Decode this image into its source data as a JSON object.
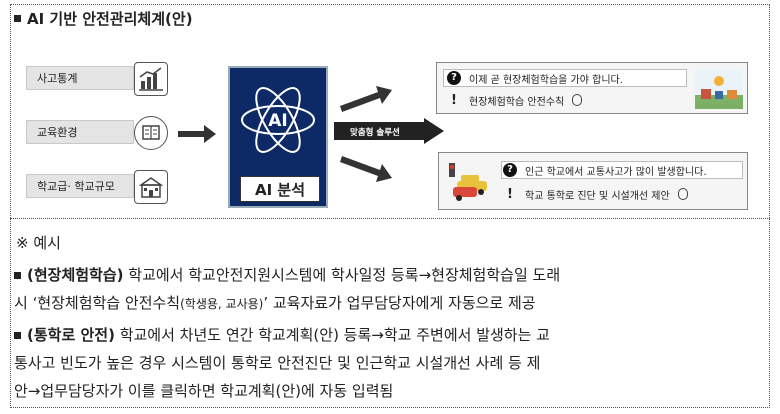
{
  "heading": "AI 기반 안전관리체계(안)",
  "inputs": [
    {
      "label": "사고통계",
      "icon": "bar-chart-icon"
    },
    {
      "label": "교육환경",
      "icon": "book-icon"
    },
    {
      "label": "학교급· 학교규모",
      "icon": "school-icon"
    }
  ],
  "ai": {
    "label": "AI 분석",
    "emblem": "AI"
  },
  "solution_label": "맞춤형 솔루션",
  "card_top": {
    "message": "이제 곧 현장체험학습을 가야 합니다.",
    "detail": "현장체험학습 안전수칙"
  },
  "card_bottom": {
    "message": "인근 학교에서 교통사고가 많이 발생합니다.",
    "detail": "학교 통학로 진단 및 시설개선 제안"
  },
  "examples": {
    "title": "※ 예시",
    "item1": {
      "head": "(현장체험학습)",
      "line1_rest": " 학교에서 학교안전지원시스템에 학사일정 등록→현장체험학습일 도래",
      "line2_a": "시 ‘현장체험학습 안전수칙",
      "line2_small": "(학생용, 교사용)",
      "line2_b": "’ 교육자료가 업무담당자에게 자동으로 제공"
    },
    "item2": {
      "head": "(통학로 안전)",
      "line1_rest": " 학교에서 차년도 연간 학교계획(안) 등록→학교 주변에서 발생하는 교",
      "line2": "통사고 빈도가 높은 경우 시스템이 통학로 안전진단 및 인근학교 시설개선 사례 등 제",
      "line3": "안→업무담당자가 이를 클릭하면 학교계획(안)에 자동 입력됨"
    }
  }
}
